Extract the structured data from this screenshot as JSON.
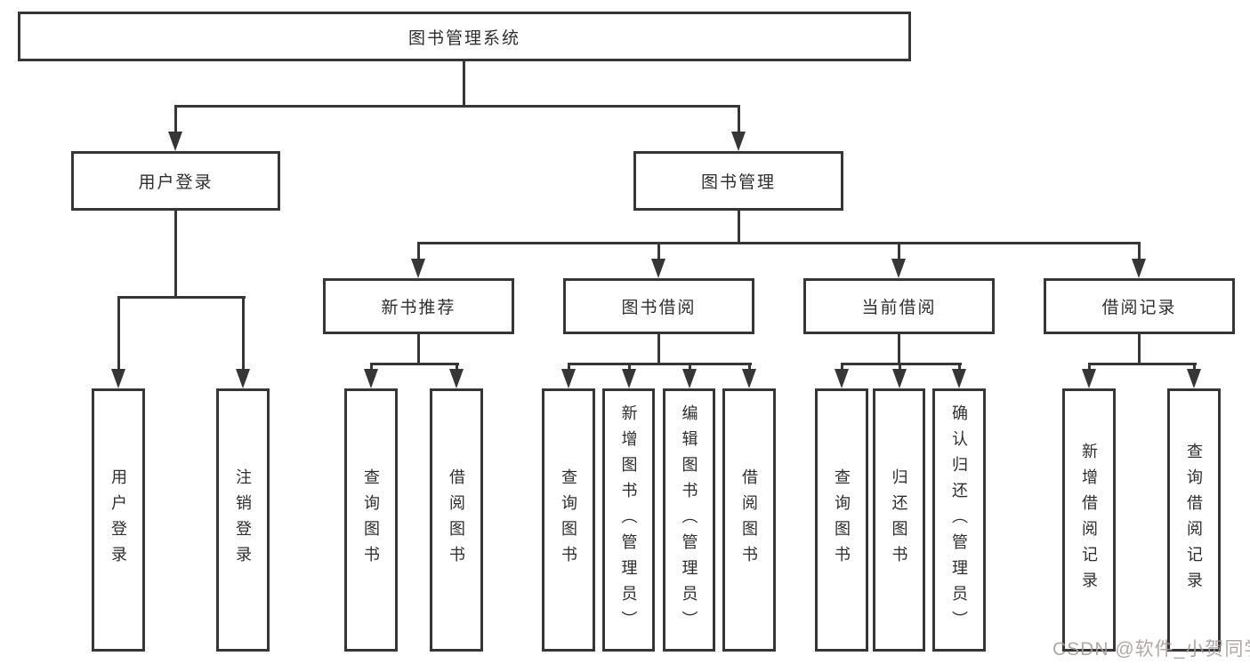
{
  "tree": {
    "root": "图书管理系统",
    "branches": [
      {
        "label": "用户登录",
        "children": [
          {
            "label": "用户登录"
          },
          {
            "label": "注销登录"
          }
        ]
      },
      {
        "label": "图书管理",
        "children": [
          {
            "label": "新书推荐",
            "children": [
              {
                "label": "查询图书"
              },
              {
                "label": "借阅图书"
              }
            ]
          },
          {
            "label": "图书借阅",
            "children": [
              {
                "label": "查询图书"
              },
              {
                "label": "新增图书（管理员）"
              },
              {
                "label": "编辑图书（管理员）"
              },
              {
                "label": "借阅图书"
              }
            ]
          },
          {
            "label": "当前借阅",
            "children": [
              {
                "label": "查询图书"
              },
              {
                "label": "归还图书"
              },
              {
                "label": "确认归还（管理员）"
              }
            ]
          },
          {
            "label": "借阅记录",
            "children": [
              {
                "label": "新增借阅记录"
              },
              {
                "label": "查询借阅记录"
              }
            ]
          }
        ]
      }
    ]
  },
  "watermark": {
    "text": "CSDN @软件_小贺同学",
    "color": "#a89c9c"
  },
  "colors": {
    "line": "#363636",
    "text": "#2e2e2e",
    "background": "#ffffff"
  }
}
